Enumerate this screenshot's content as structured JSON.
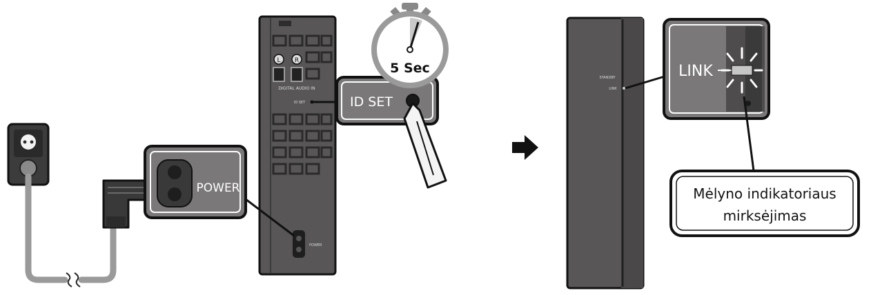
{
  "timer": {
    "label": "5 Sec"
  },
  "left_device": {
    "port_l": "L",
    "port_r": "R",
    "digital_audio_label": "DIGITAL AUDIO IN",
    "id_set_small": "ID SET",
    "power_small": "POWER",
    "id_set_callout": "ID SET",
    "power_callout": "POWER"
  },
  "right_device": {
    "standby_label": "STANDBY",
    "link_small": "LINK",
    "link_callout": "LINK"
  },
  "note": {
    "line1": "Mėlyno indikatoriaus",
    "line2": "mirksėjimas"
  },
  "colors": {
    "device_body": "#585656",
    "device_dark": "#2b2a2a",
    "callout_fill": "#7a7878",
    "outline": "#1a1a1a",
    "cable": "#9a9a9a"
  }
}
